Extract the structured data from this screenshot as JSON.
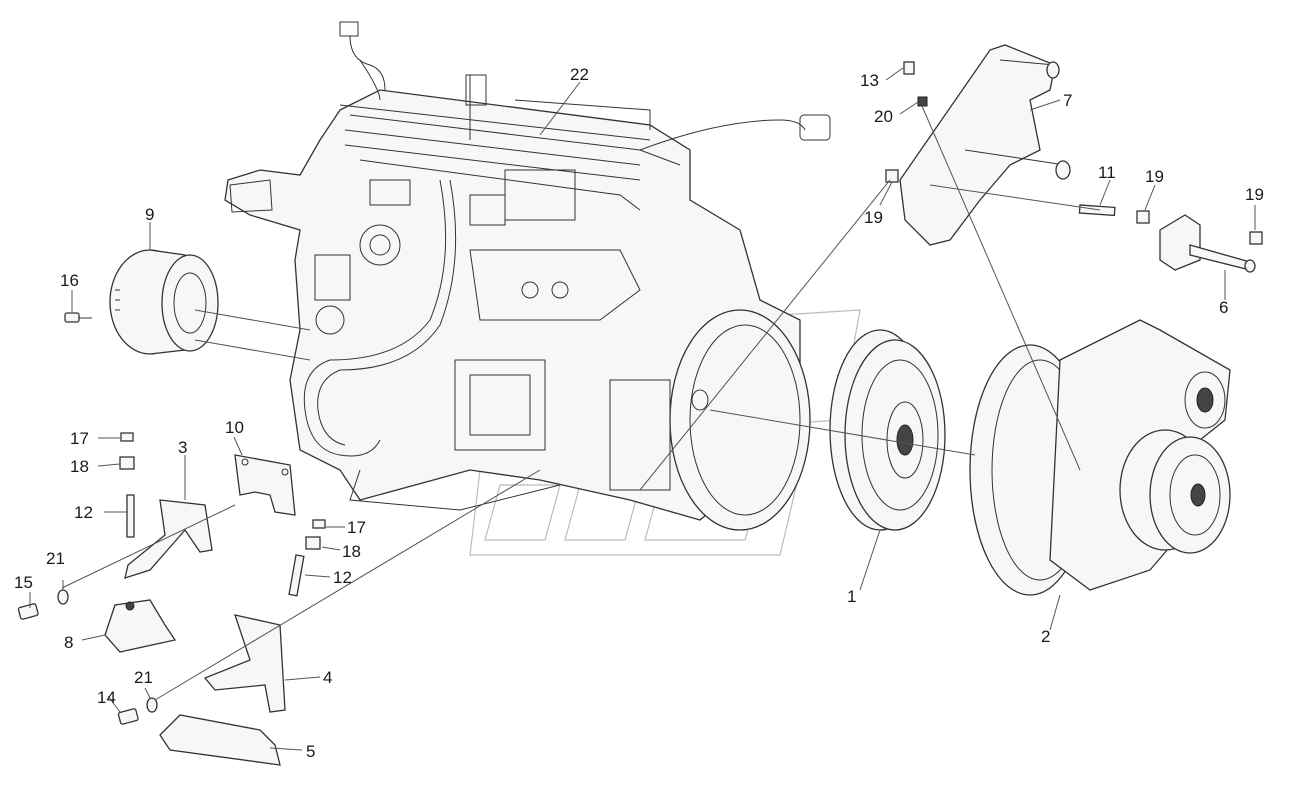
{
  "labels": {
    "1": "1",
    "2": "2",
    "3": "3",
    "4": "4",
    "5": "5",
    "6": "6",
    "7": "7",
    "8": "8",
    "9": "9",
    "10": "10",
    "11": "11",
    "12a": "12",
    "12b": "12",
    "13": "13",
    "14": "14",
    "15": "15",
    "16": "16",
    "17a": "17",
    "17b": "17",
    "18a": "18",
    "18b": "18",
    "19a": "19",
    "19b": "19",
    "19c": "19",
    "20": "20",
    "21a": "21",
    "21b": "21",
    "22": "22"
  },
  "colors": {
    "line": "#333333",
    "background": "#ffffff",
    "watermark": "#bbbbbb"
  }
}
